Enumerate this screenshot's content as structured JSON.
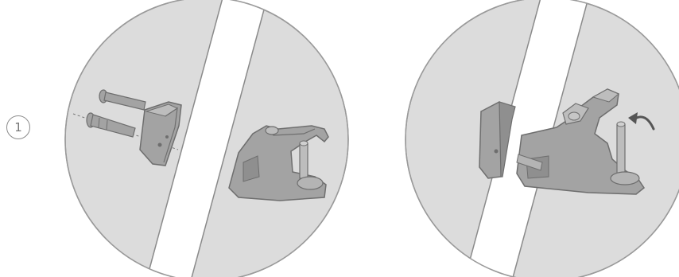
{
  "step": {
    "number": "1",
    "icon": "circled-step-number"
  },
  "panels": [
    {
      "name": "disassembled-view",
      "icon": "clamp-parts-exploded"
    },
    {
      "name": "assembled-view",
      "icon": "clamp-mounted-on-pole"
    }
  ],
  "colors": {
    "circle_fill": "#dcdcdc",
    "pole_fill": "#ffffff",
    "part_fill": "#a3a3a3",
    "part_outline": "#6e6e6e",
    "line": "#8a8a8a"
  }
}
